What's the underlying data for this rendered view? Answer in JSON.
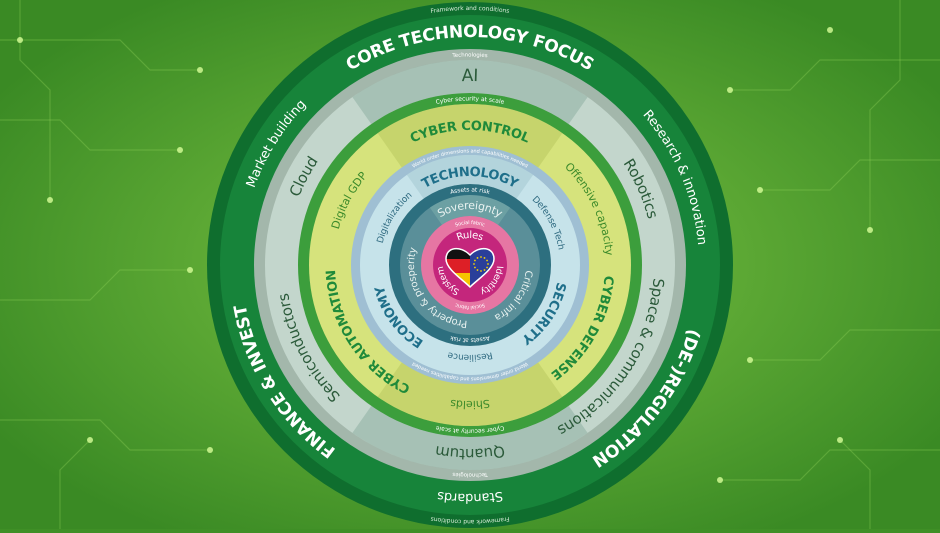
{
  "colors": {
    "background": "#3f8f26",
    "outer_ring": "#17843a",
    "outer_edge": "#0f6e2e",
    "technologies_band": "#a3b7ab",
    "technology_ring": "#c3d6cc",
    "cyber_band": "#3c9e3c",
    "cyber_ring": "#d6e37c",
    "world_order_band": "#9fbfd3",
    "domain_ring": "#c6e3ea",
    "assets_band": "#2d6f7f",
    "value_ring": "#5a8f99",
    "social_band": "#e676a3",
    "core": "#c4267c"
  },
  "rings": {
    "framework": {
      "top": "Framework and conditions",
      "bottom": "Framework and conditions"
    },
    "outer": [
      "CORE TECHNOLOGY FOCUS",
      "Research & innovation",
      "(DE-)REGULATION",
      "Standards",
      "FINANCE & INVEST",
      "Market building"
    ],
    "technologies_band": {
      "top": "Technologies",
      "bottom": "Technologies"
    },
    "technologies": [
      "AI",
      "Robotics",
      "Space & communications",
      "Quantum",
      "Semiconductors",
      "Cloud"
    ],
    "cyber_band": {
      "top": "Cyber security at scale",
      "bottom": "Cyber security at scale"
    },
    "cyber": [
      "CYBER CONTROL",
      "Offensive capacity",
      "CYBER DEFENSE",
      "Shields",
      "CYBER AUTOMATION",
      "Digital GDP"
    ],
    "world_order_band": {
      "top": "World order dimensions and capabilities needed",
      "bottom": "World order dimensions and capabilities needed"
    },
    "domains": [
      "TECHNOLOGY",
      "Defense Tech",
      "SECURITY",
      "Resilience",
      "ECONOMY",
      "Digitalization"
    ],
    "assets_band": {
      "top": "Assets at risk",
      "bottom": "Assets at risk"
    },
    "values": [
      "Sovereignty",
      "Critical infra",
      "Property & prosperity"
    ],
    "social_band": {
      "top": "Social fabric",
      "bottom": "Social fabric"
    },
    "core": [
      "Rules",
      "Identity",
      "System"
    ]
  },
  "center_icon": "heart-de-eu-flag-icon"
}
